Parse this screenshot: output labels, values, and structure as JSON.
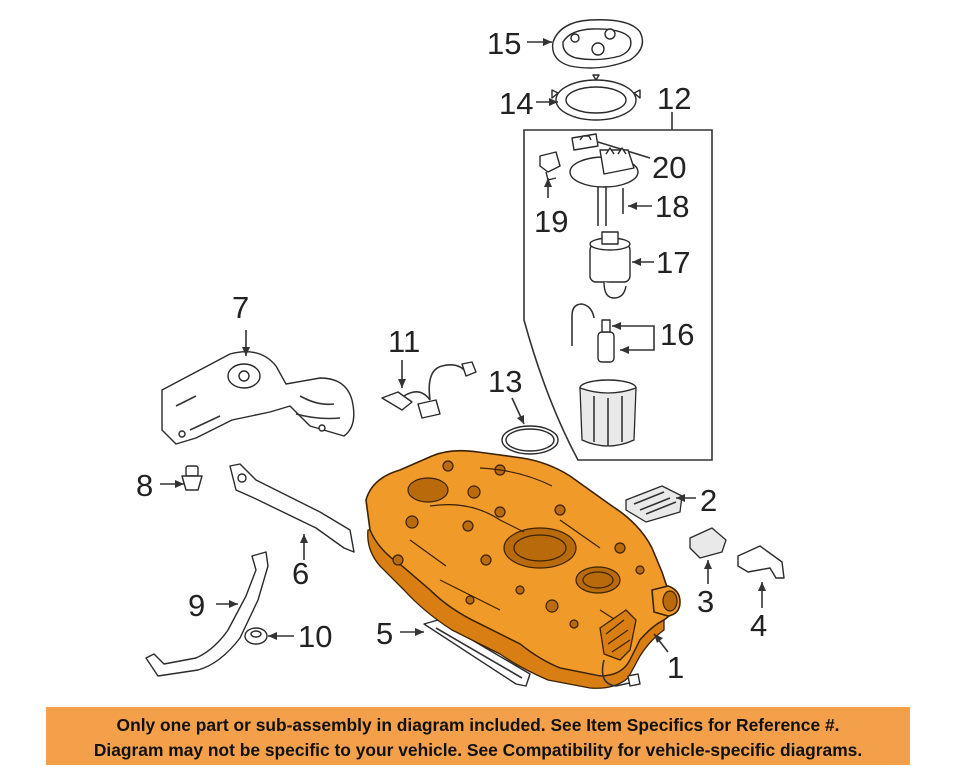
{
  "callouts": {
    "c1": "1",
    "c2": "2",
    "c3": "3",
    "c4": "4",
    "c5": "5",
    "c6": "6",
    "c7": "7",
    "c8": "8",
    "c9": "9",
    "c10": "10",
    "c11": "11",
    "c12": "12",
    "c13": "13",
    "c14": "14",
    "c15": "15",
    "c16": "16",
    "c17": "17",
    "c18": "18",
    "c19": "19",
    "c20": "20"
  },
  "notice": {
    "line1": "Only one part or sub-assembly in diagram included. See Item Specifics for Reference #.",
    "line2": "Diagram may not be specific to your vehicle. See Compatibility for vehicle-specific diagrams."
  },
  "colors": {
    "tank_fill": "#f09a2a",
    "notice_bg": "#f4a04a"
  }
}
